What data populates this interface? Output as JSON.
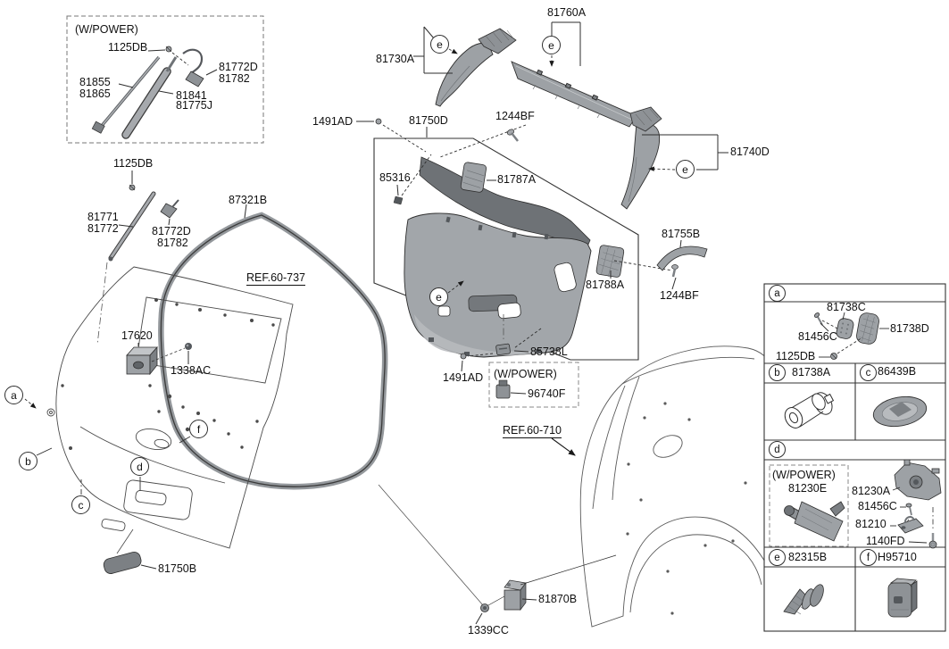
{
  "colors": {
    "background": "#ffffff",
    "line": "#2e2e2e",
    "part_gray": "#9da1a5",
    "part_dark": "#6f7377",
    "table_border": "#333333"
  },
  "diagram": {
    "strut_box": {
      "title": "(W/POWER)",
      "bolt": "1125DB",
      "bracket_upper": "81772D",
      "bracket_lower": "81782",
      "rod_upper": "81855",
      "rod_lower": "81865",
      "cylinder_upper": "81841",
      "cylinder_lower": "81775J"
    },
    "left_strut": {
      "bolt": "1125DB",
      "rod_upper": "81771",
      "rod_lower": "81772",
      "bracket_upper": "81772D",
      "bracket_lower": "81782"
    },
    "weatherstrip": "87321B",
    "ref_tailgate": "REF.60-737",
    "camera": "17620",
    "camera_grommet": "1338AC",
    "lower_pad": "81750B",
    "trim_corner_left": "81730A",
    "trim_center": "81760A",
    "trim_corner_right": "81740D",
    "trim_strip": "81755B",
    "screw_right": "1244BF",
    "screw_top": "1244BF",
    "clip_top": "1491AD",
    "trim_panel": "81750D",
    "clip_85316": "85316",
    "pad_81787a": "81787A",
    "pad_81788a": "81788A",
    "clip_85738l": "85738L",
    "clip_bottom": "1491AD",
    "switch_box": {
      "title": "(W/POWER)",
      "switch": "96740F"
    },
    "ref_quarter": "REF.60-710",
    "latch": "81870B",
    "nut": "1339CC",
    "balloons": {
      "a": "a",
      "b": "b",
      "c": "c",
      "d": "d",
      "e": "e",
      "f": "f"
    }
  },
  "table": {
    "row_a": {
      "balloon": "a",
      "screw": "81456C",
      "plate_small": "81738C",
      "plate_large": "81738D",
      "bolt": "1125DB"
    },
    "row_b": {
      "balloon": "b",
      "part": "81738A"
    },
    "row_c": {
      "balloon": "c",
      "part": "86439B"
    },
    "row_d": {
      "balloon": "d",
      "power_title": "(W/POWER)",
      "power_part": "81230E",
      "latch": "81230A",
      "screw": "81456C",
      "striker": "81210",
      "bolt": "1140FD"
    },
    "row_e": {
      "balloon": "e",
      "part": "82315B"
    },
    "row_f": {
      "balloon": "f",
      "part": "H95710"
    }
  }
}
